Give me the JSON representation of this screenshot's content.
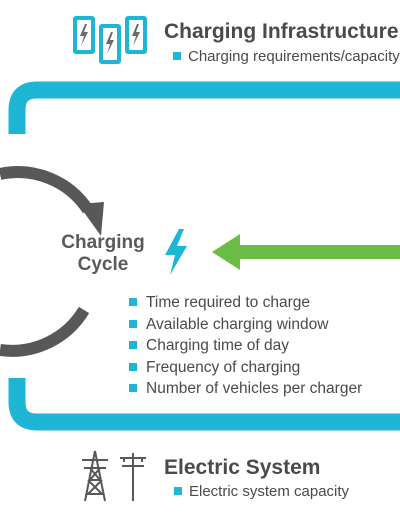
{
  "header": {
    "title": "Charging Infrastructure",
    "subtitle": "Charging requirements/capacity"
  },
  "cycle": {
    "line1": "Charging",
    "line2": "Cycle"
  },
  "factors": [
    "Time required to charge",
    "Available charging window",
    "Charging time of day",
    "Frequency of charging",
    "Number of vehicles per charger"
  ],
  "footer": {
    "title": "Electric System",
    "subtitle": "Electric system capacity"
  },
  "colors": {
    "cyan": "#1fb6d6",
    "green": "#6cbd45",
    "gray": "#58585a",
    "text": "#4a4a4c"
  },
  "icons": [
    "charger-stations-icon",
    "lightning-bolt-icon",
    "transmission-tower-icon",
    "utility-pole-icon"
  ]
}
